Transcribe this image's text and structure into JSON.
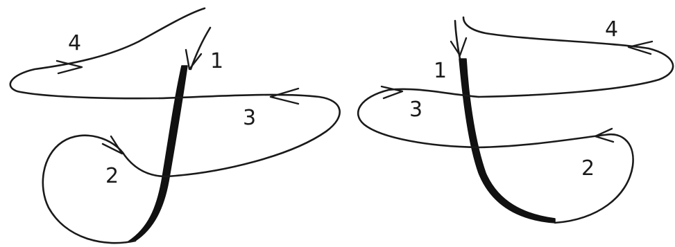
{
  "left_figure": {
    "labels": [
      "1",
      "2",
      "3",
      "4"
    ]
  },
  "right_figure": {
    "labels": [
      "1",
      "2",
      "3",
      "4"
    ]
  }
}
